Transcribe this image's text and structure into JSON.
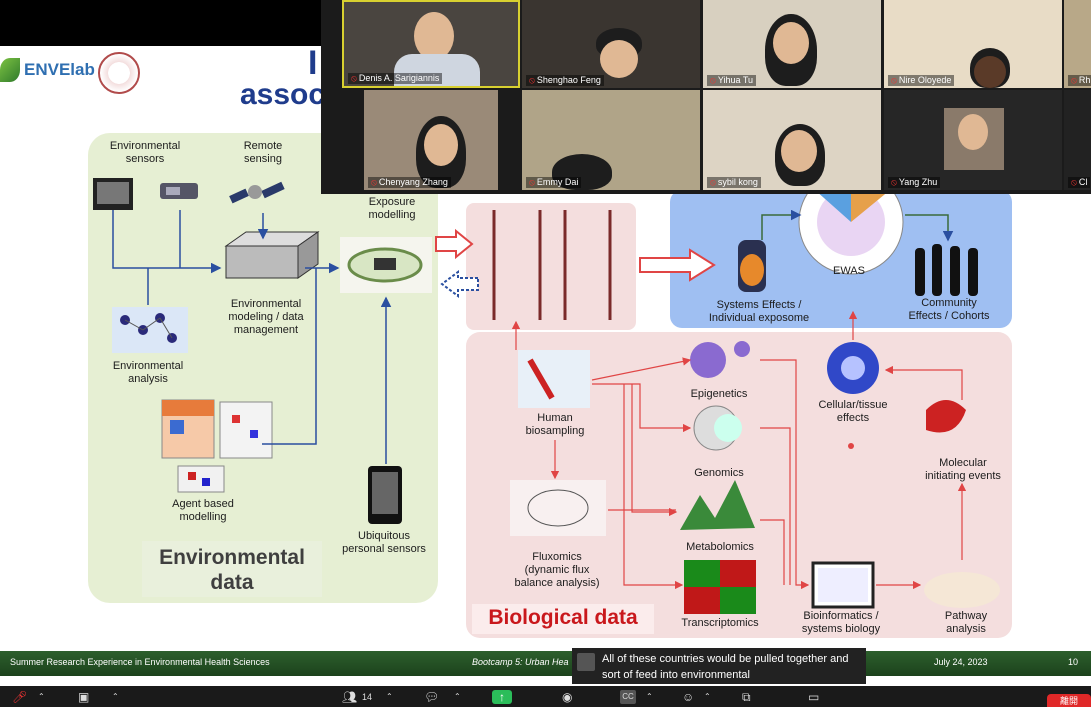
{
  "slide": {
    "title_fragment": "I",
    "title_fragment2": "assoc",
    "logo_text": "ENVElab",
    "env_panel": {
      "env_sensors": "Environmental\nsensors",
      "remote_sensing": "Remote\nsensing",
      "exposure_modelling": "Exposure\nmodelling",
      "env_modeling": "Environmental\nmodeling / data\nmanagement",
      "env_analysis": "Environmental\nanalysis",
      "agent_based": "Agent based\nmodelling",
      "ubiquitous": "Ubiquitous\npersonal sensors",
      "label": "Environmental\ndata"
    },
    "blue_panel": {
      "ewas": "EWAS",
      "systems_effects": "Systems Effects /\nIndividual exposome",
      "community_effects": "Community\nEffects / Cohorts"
    },
    "bio_panel": {
      "human_biosampling": "Human\nbiosampling",
      "epigenetics": "Epigenetics",
      "genomics": "Genomics",
      "cellular_effects": "Cellular/tissue\neffects",
      "molecular_events": "Molecular\ninitiating events",
      "fluxomics": "Fluxomics\n(dynamic flux\nbalance analysis)",
      "metabolomics": "Metabolomics",
      "transcriptomics": "Transcriptomics",
      "bioinformatics": "Bioinformatics /\nsystems biology",
      "pathway": "Pathway\nanalysis",
      "label": "Biological data"
    },
    "footer": {
      "left": "Summer Research Experience in Environmental Health Sciences",
      "center": "Bootcamp 5: Urban Hea",
      "date": "July 24, 2023",
      "page": "10"
    }
  },
  "caption": {
    "text": "All of these countries would be pulled together and sort of feed into environmental"
  },
  "participants": [
    {
      "name": "Denis A. Sarigiannis"
    },
    {
      "name": "Shenghao Feng"
    },
    {
      "name": "Yihua Tu"
    },
    {
      "name": "Nire Oloyede"
    },
    {
      "name": "Rh"
    },
    {
      "name": "Chenyang Zhang"
    },
    {
      "name": "Emmy Dai"
    },
    {
      "name": "sybil kong"
    },
    {
      "name": "Yang Zhu"
    },
    {
      "name": "Cl"
    }
  ],
  "toolbar": {
    "participants_count": "14",
    "cc_label": "CC",
    "end_label": "離開"
  },
  "colors": {
    "env_panel": "#e6efd3",
    "bio_panel": "#f4dede",
    "blue_panel": "#9fbff2",
    "footer": "#2d5f2d",
    "bio_label": "#c9181c",
    "end_button": "#e02828"
  }
}
